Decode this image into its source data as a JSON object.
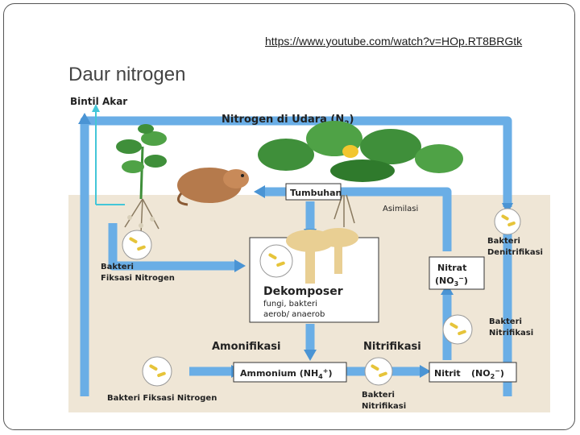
{
  "slide": {
    "title": "Daur nitrogen",
    "link": "https://www.youtube.com/watch?v=HOp.RT8BRGtk"
  },
  "diagram": {
    "labels": {
      "bintil_akar": "Bintil Akar",
      "nitrogen_udara": "Nitrogen di Udara (N",
      "nitrogen_udara_sub": "2",
      "nitrogen_udara_close": ")",
      "tumbuhan": "Tumbuhan",
      "asimilasi": "Asimilasi",
      "bakteri_denitrifikasi_1": "Bakteri",
      "bakteri_denitrifikasi_2": "Denitrifikasi",
      "bakteri_fiksasi_1": "Bakteri",
      "bakteri_fiksasi_2": "Fiksasi Nitrogen",
      "nitrat": "Nitrat",
      "nitrat_formula": "(NO",
      "nitrat_sub": "3",
      "nitrat_sup": "−",
      "nitrat_close": ")",
      "dekomposer": "Dekomposer",
      "dekomposer_desc_1": "fungi, bakteri",
      "dekomposer_desc_2": "aerob/ anaerob",
      "bakteri_nitrifikasi_1": "Bakteri",
      "bakteri_nitrifikasi_2": "Nitrifikasi",
      "amonifikasi": "Amonifikasi",
      "nitrifikasi": "Nitrifikasi",
      "ammonium": "Ammonium (NH",
      "ammonium_sub": "4",
      "ammonium_sup": "+",
      "ammonium_close": ")",
      "nitrit": "Nitrit",
      "nitrit_formula": "(NO",
      "nitrit_sub": "2",
      "nitrit_sup": "−",
      "nitrit_close": ")",
      "bakteri_fiksasi_bottom": "Bakteri Fiksasi Nitrogen",
      "bakteri_nitrifikasi_bottom_1": "Bakteri",
      "bakteri_nitrifikasi_bottom_2": "Nitrifikasi"
    },
    "colors": {
      "sky": "#ffffff",
      "soil": "#efe6d6",
      "arrow": "#6aaee6",
      "arrow_dark": "#4a94d4",
      "box_border": "#333333",
      "mushroom": "#e9cf93",
      "leaf": "#3f8f3a",
      "mole": "#b57a4c",
      "bacteria": "#e6c43a",
      "bintil_line": "#43c6d8"
    }
  }
}
